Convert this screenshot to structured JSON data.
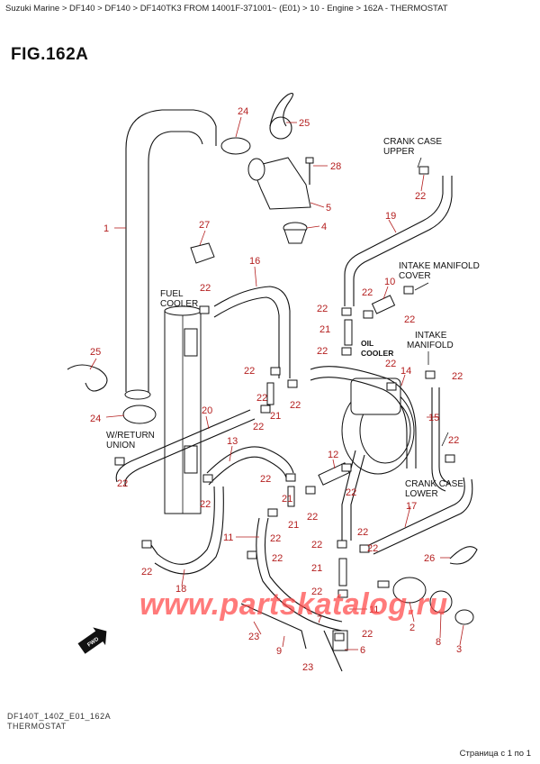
{
  "breadcrumb": "Suzuki Marine > DF140 > DF140 > DF140TK3 FROM 14001F-371001~ (E01) > 10 - Engine > 162A - THERMOSTAT",
  "figure_title": "FIG.162A",
  "labels": {
    "crank_case_upper_1": "CRANK CASE",
    "crank_case_upper_2": "UPPER",
    "intake_manifold_cover_1": "INTAKE MANIFOLD",
    "intake_manifold_cover_2": "COVER",
    "fuel_cooler_1": "FUEL",
    "fuel_cooler_2": "COOLER",
    "oil_cooler_1": "OIL",
    "oil_cooler_2": "COOLER",
    "intake_manifold_1": "INTAKE",
    "intake_manifold_2": "MANIFOLD",
    "w_return_union_1": "W/RETURN",
    "w_return_union_2": "UNION",
    "crank_case_lower_1": "CRANK CASE",
    "crank_case_lower_2": "LOWER",
    "fwd": "FWD"
  },
  "callouts": [
    "1",
    "2",
    "3",
    "4",
    "5",
    "6",
    "7",
    "8",
    "9",
    "10",
    "11",
    "12",
    "13",
    "14",
    "15",
    "16",
    "17",
    "18",
    "19",
    "20",
    "21",
    "22",
    "23",
    "24",
    "25",
    "26",
    "27",
    "28"
  ],
  "footer": {
    "code": "DF140T_140Z_E01_162A",
    "name": "THERMOSTAT"
  },
  "watermark": "www.partskatalog.ru",
  "pager": "Страница с 1 по 1"
}
